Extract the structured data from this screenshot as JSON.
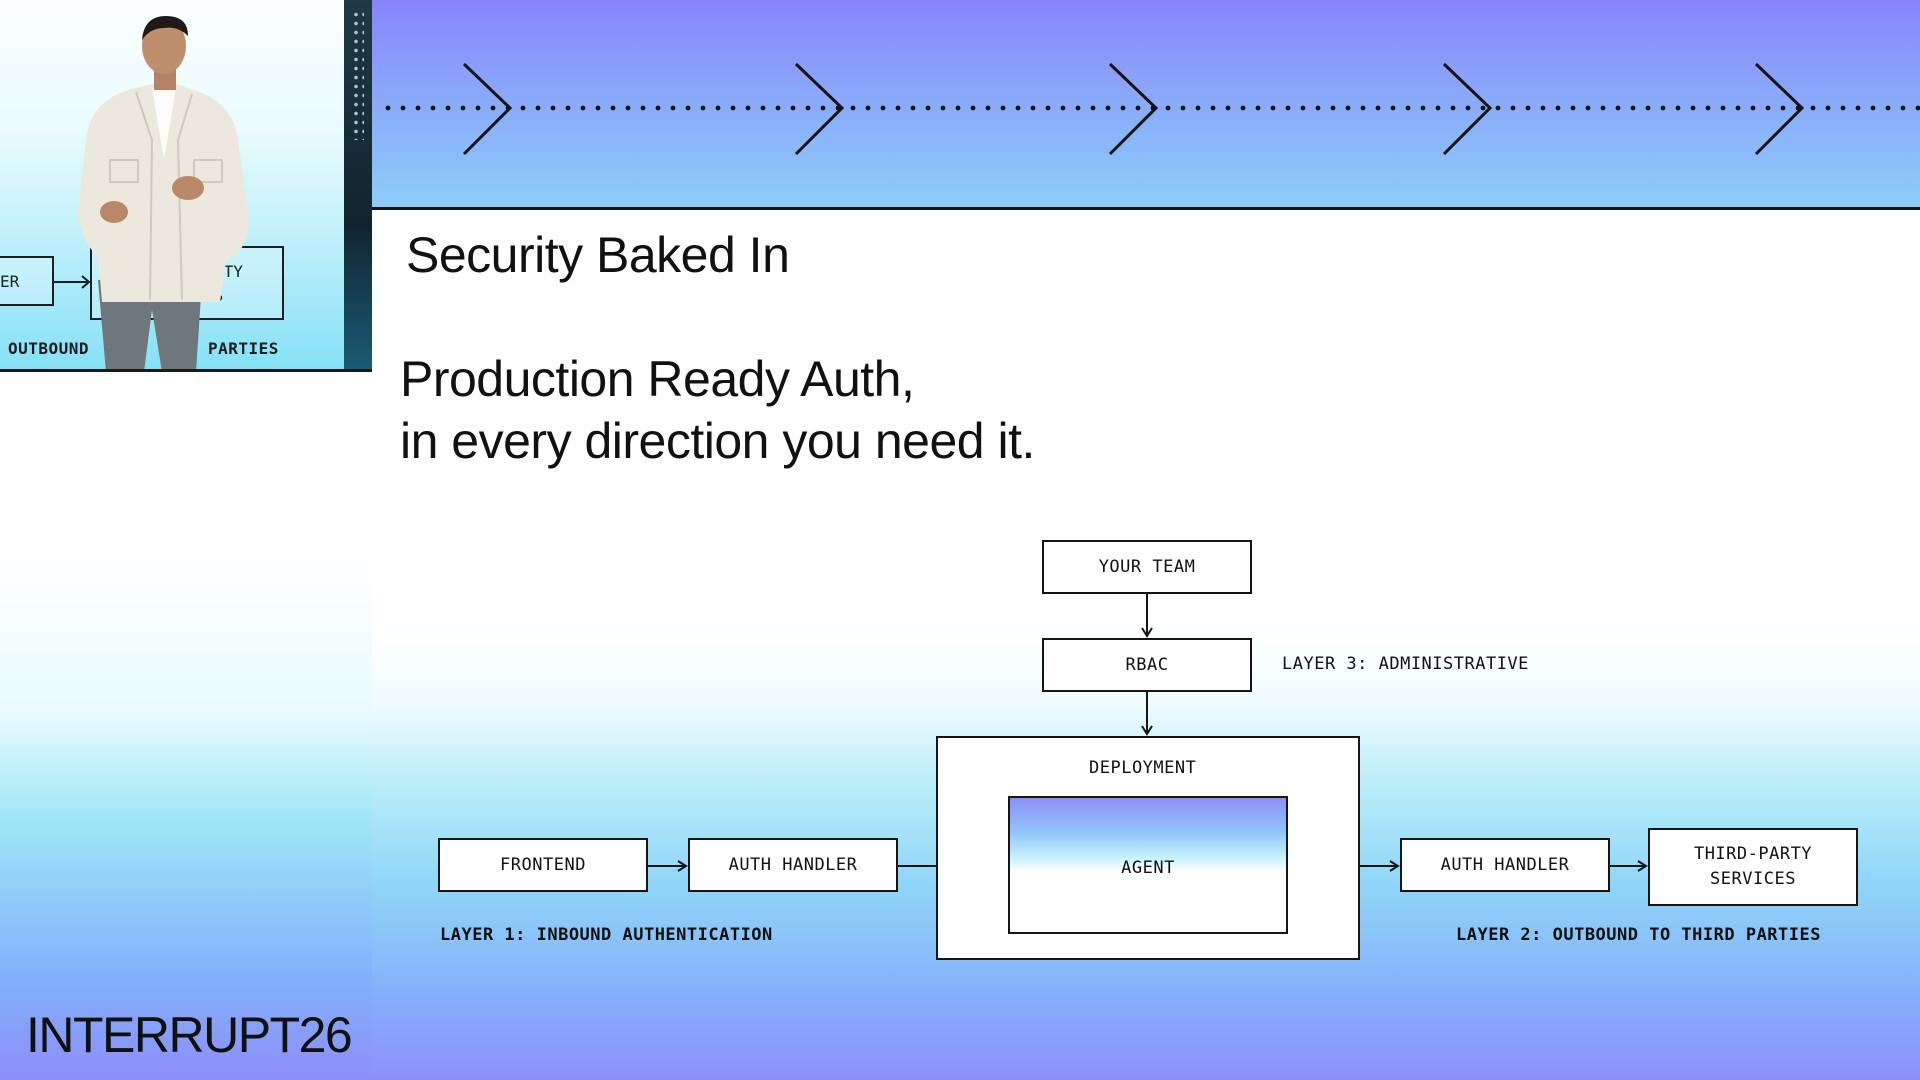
{
  "brand": {
    "logo_text": "INTERRUPT26"
  },
  "speaker_panel": {
    "background_diagram": {
      "fragment_er": "ER",
      "fragment_rty": "RTY",
      "fragment_es": "ES",
      "label_outbound": "OUTBOUND",
      "label_parties": "PARTIES"
    }
  },
  "slide": {
    "title": "Security Baked In",
    "headline_line1": "Production Ready Auth,",
    "headline_line2": "in every direction you need it.",
    "colors": {
      "accent_violet": "#8785f9",
      "accent_cyan": "#8ccdf7",
      "ink": "#111111"
    },
    "diagram": {
      "nodes": {
        "your_team": "YOUR TEAM",
        "rbac": "RBAC",
        "deployment": "DEPLOYMENT",
        "agent": "AGENT",
        "frontend": "FRONTEND",
        "auth_handler_inbound": "AUTH HANDLER",
        "auth_handler_outbound": "AUTH HANDLER",
        "third_party_line1": "THIRD-PARTY",
        "third_party_line2": "SERVICES"
      },
      "layers": {
        "layer3": "LAYER 3: ADMINISTRATIVE",
        "layer1": "LAYER 1: INBOUND AUTHENTICATION",
        "layer2": "LAYER 2: OUTBOUND TO THIRD PARTIES"
      }
    }
  }
}
